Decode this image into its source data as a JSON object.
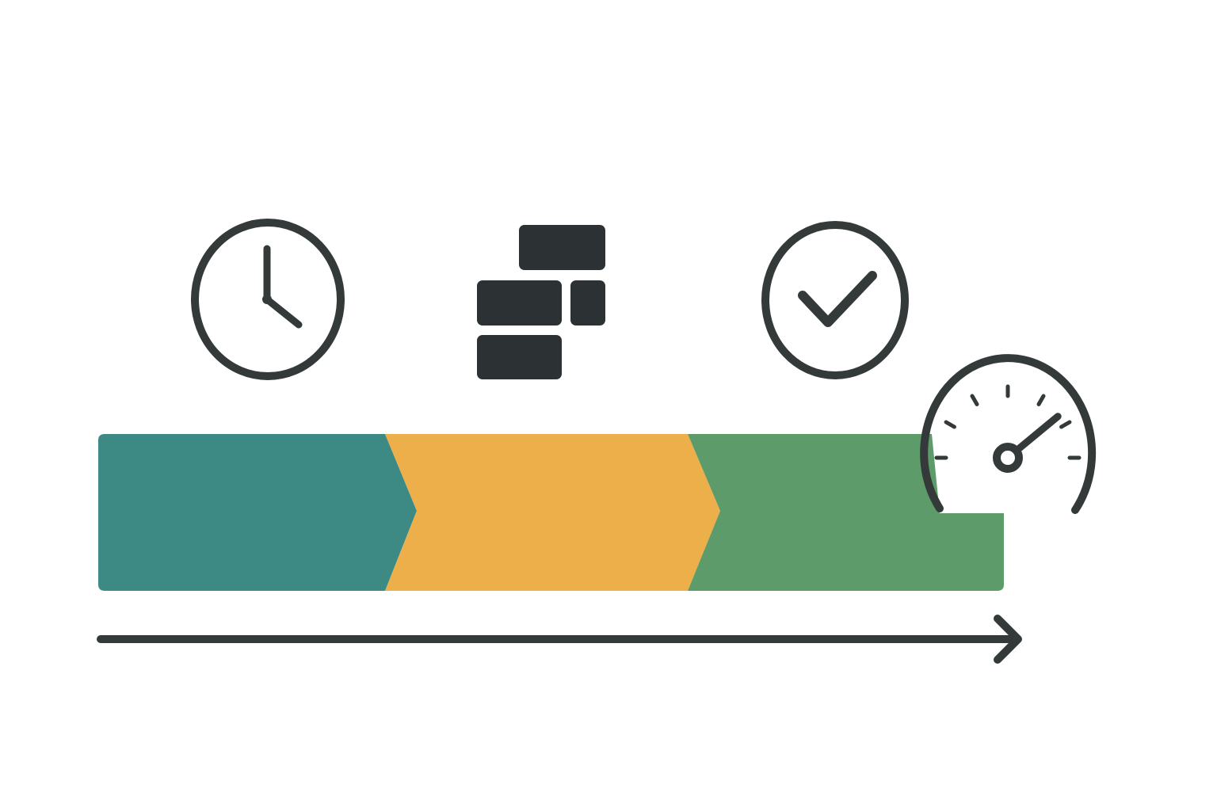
{
  "colors": {
    "background": "#ffffff",
    "stroke": "#343a39",
    "stage_1": "#3d8a85",
    "stage_2": "#ecaf4a",
    "stage_3": "#5d9c6a",
    "block_fill": "#2c3133"
  },
  "stages": [
    {
      "icon": "clock-icon",
      "color_key": "stage_1"
    },
    {
      "icon": "blocks-icon",
      "color_key": "stage_2"
    },
    {
      "icon": "checkmark-circle-icon",
      "color_key": "stage_3"
    }
  ],
  "end_icon": "speedometer-icon",
  "gauge_level": 0.78,
  "timeline": {
    "icon": "arrow-right-icon",
    "direction": "left-to-right"
  }
}
